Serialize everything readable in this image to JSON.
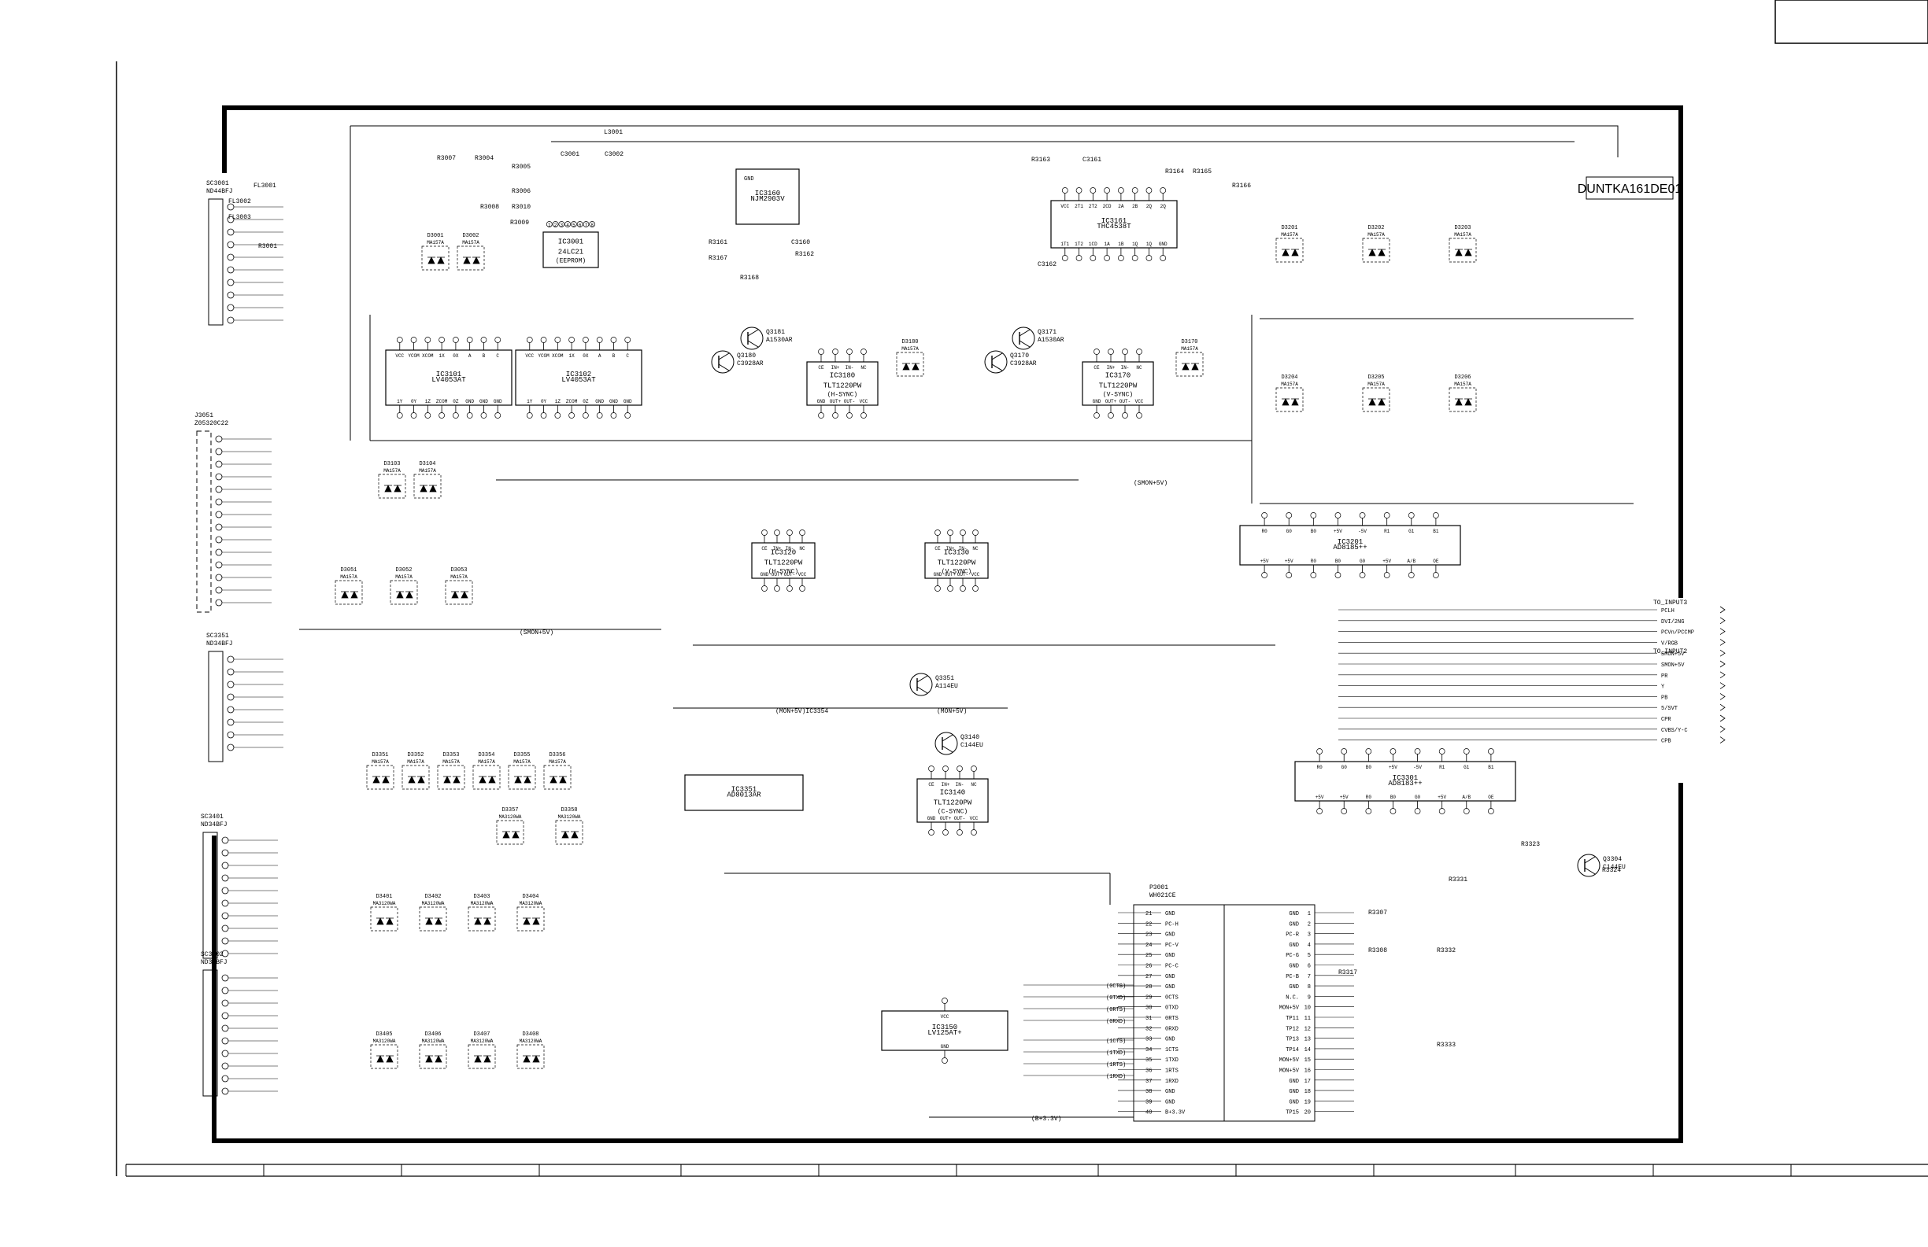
{
  "board_id": "DUNTKA161DE01",
  "connectors": {
    "to_input3": {
      "title": "TO_INPUT3",
      "pins": [
        "PCLH",
        "DVI/2NG",
        "PCVn/PCCMP",
        "V/RGB",
        "SMON+5V",
        "SMON+5V",
        "PR",
        "Y",
        "PB",
        "5/SVT",
        "CPR",
        "CVBS/Y-C",
        "CPB"
      ]
    },
    "to_input2": {
      "title": "TO_INPUT2"
    },
    "p3001": {
      "ref": "P3001",
      "part": "WH021CE",
      "left_pins": [
        "GND",
        "PC-H",
        "GND",
        "PC-V",
        "GND",
        "PC-C",
        "GND",
        "GND",
        "0CTS",
        "0TXD",
        "0RTS",
        "0RXD",
        "GND",
        "1CTS",
        "1TXD",
        "1RTS",
        "1RXD",
        "GND",
        "GND",
        "B+3.3V"
      ],
      "right_pins": [
        "GND",
        "GND",
        "PC-R",
        "GND",
        "PC-G",
        "GND",
        "PC-B",
        "GND",
        "N.C.",
        "MON+5V",
        "TP11",
        "TP12",
        "TP13",
        "TP14",
        "MON+5V",
        "MON+5V",
        "GND",
        "GND",
        "GND",
        "TP15"
      ],
      "left_numbers": [
        "21",
        "22",
        "23",
        "24",
        "25",
        "26",
        "27",
        "28",
        "29",
        "30",
        "31",
        "32",
        "33",
        "34",
        "35",
        "36",
        "37",
        "38",
        "39",
        "40"
      ],
      "right_numbers": [
        "1",
        "2",
        "3",
        "4",
        "5",
        "6",
        "7",
        "8",
        "9",
        "10",
        "11",
        "12",
        "13",
        "14",
        "15",
        "16",
        "17",
        "18",
        "19",
        "20"
      ]
    }
  },
  "ics": [
    {
      "ref": "IC3001",
      "part": "24LC21",
      "note": "(EEPROM)",
      "pins": [
        "1",
        "2",
        "3",
        "4",
        "5",
        "6",
        "7",
        "8"
      ]
    },
    {
      "ref": "IC3101",
      "part": "LV4053AT",
      "pins_top": [
        "VCC",
        "YCOM",
        "XCOM",
        "1X",
        "0X",
        "A",
        "B",
        "C"
      ],
      "pins_bottom": [
        "1Y",
        "0Y",
        "1Z",
        "ZCOM",
        "0Z",
        "GND",
        "GND",
        "GND"
      ]
    },
    {
      "ref": "IC3102",
      "part": "LV4053AT",
      "pins_top": [
        "VCC",
        "YCOM",
        "XCOM",
        "1X",
        "0X",
        "A",
        "B",
        "C"
      ],
      "pins_bottom": [
        "1Y",
        "0Y",
        "1Z",
        "ZCOM",
        "0Z",
        "GND",
        "GND",
        "GND"
      ]
    },
    {
      "ref": "IC3160",
      "part": "NJM2903V",
      "pins": [
        "GND"
      ]
    },
    {
      "ref": "IC3161",
      "part": "THC4538T",
      "pins_top": [
        "VCC",
        "2T1",
        "2T2",
        "2CD",
        "2A",
        "2B",
        "2Q",
        "2Q"
      ],
      "pins_bottom": [
        "1T1",
        "1T2",
        "1CD",
        "1A",
        "1B",
        "1Q",
        "1Q",
        "GND"
      ]
    },
    {
      "ref": "IC3180",
      "part": "TLT1220PW",
      "note": "(H-SYNC)",
      "pins_top": [
        "CE",
        "IN+",
        "IN-",
        "NC"
      ],
      "pins_bottom": [
        "GND",
        "OUT+",
        "OUT-",
        "VCC"
      ]
    },
    {
      "ref": "IC3170",
      "part": "TLT1220PW",
      "note": "(V-SYNC)",
      "pins_top": [
        "CE",
        "IN+",
        "IN-",
        "NC"
      ],
      "pins_bottom": [
        "GND",
        "OUT+",
        "OUT-",
        "VCC"
      ]
    },
    {
      "ref": "IC3120",
      "part": "TLT1220PW",
      "note": "(H-SYNC)",
      "pins_top": [
        "CE",
        "IN+",
        "IN-",
        "NC"
      ],
      "pins_bottom": [
        "GND",
        "OUT+",
        "OUT-",
        "VCC"
      ]
    },
    {
      "ref": "IC3130",
      "part": "TLT1220PW",
      "note": "(V-SYNC)",
      "pins_top": [
        "CE",
        "IN+",
        "IN-",
        "NC"
      ],
      "pins_bottom": [
        "GND",
        "OUT+",
        "OUT-",
        "VCC"
      ]
    },
    {
      "ref": "IC3140",
      "part": "TLT1220PW",
      "note": "(C-SYNC)",
      "pins_top": [
        "CE",
        "IN+",
        "IN-",
        "NC"
      ],
      "pins_bottom": [
        "GND",
        "OUT+",
        "OUT-",
        "VCC"
      ]
    },
    {
      "ref": "IC3201",
      "part": "AD8185++",
      "pins_top": [
        "R0",
        "G0",
        "B0",
        "+5V",
        "-5V",
        "R1",
        "G1",
        "B1"
      ],
      "pins_bottom": [
        "+5V",
        "+5V",
        "R0",
        "B0",
        "G0",
        "+5V",
        "A/B",
        "OE"
      ]
    },
    {
      "ref": "IC3301",
      "part": "AD8183++",
      "pins_top": [
        "R0",
        "G0",
        "B0",
        "+5V",
        "-5V",
        "R1",
        "G1",
        "B1"
      ],
      "pins_bottom": [
        "+5V",
        "+5V",
        "R0",
        "B0",
        "G0",
        "+5V",
        "A/B",
        "OE"
      ]
    },
    {
      "ref": "IC3351",
      "part": "AD8013AR"
    },
    {
      "ref": "IC3150",
      "part": "LV125AT+",
      "pins_top": [
        "VCC"
      ],
      "pins_bottom": [
        "GND"
      ]
    }
  ],
  "transistors": [
    {
      "ref": "Q3181",
      "part": "A1530AR"
    },
    {
      "ref": "Q3180",
      "part": "C3928AR"
    },
    {
      "ref": "Q3171",
      "part": "A1530AR"
    },
    {
      "ref": "Q3170",
      "part": "C3928AR"
    },
    {
      "ref": "Q3351",
      "part": "A114EU"
    },
    {
      "ref": "Q3140",
      "part": "C144EU"
    },
    {
      "ref": "Q3304",
      "part": "C144EU"
    }
  ],
  "jacks": [
    {
      "ref": "SC3001",
      "part": "ND44BFJ"
    },
    {
      "ref": "J3051",
      "part": "Z05320C22"
    },
    {
      "ref": "SC3351",
      "part": "ND34BFJ"
    },
    {
      "ref": "SC3401",
      "part": "ND34BFJ"
    },
    {
      "ref": "SC3402",
      "part": "ND34BFJ"
    }
  ],
  "diode_groups": {
    "row_3001": [
      "D3001",
      "D3002"
    ],
    "row_3103": [
      "D3103",
      "D3104"
    ],
    "row_3051": [
      "D3051",
      "D3052",
      "D3053"
    ],
    "row_3351": [
      "D3351",
      "D3352",
      "D3353",
      "D3354",
      "D3355",
      "D3356"
    ],
    "row_3357": [
      "D3357",
      "D3358"
    ],
    "row_3401": [
      "D3401",
      "D3402",
      "D3403",
      "D3404"
    ],
    "row_3405": [
      "D3405",
      "D3406",
      "D3407",
      "D3408"
    ],
    "row_3201": [
      "D3201",
      "D3202",
      "D3203"
    ],
    "row_3204": [
      "D3204",
      "D3205",
      "D3206"
    ],
    "row_3180": [
      "D3180"
    ],
    "row_3170": [
      "D3170"
    ],
    "part_ma": "MA157A",
    "part_wa": "MA3120WA"
  },
  "nets": {
    "smon": "(SMON+5V)",
    "mon": "(MON+5V)",
    "mon_ic": "(MON+5V)IC3354",
    "bplus": "(B+3.3V)",
    "ctrl": [
      "(0CTS)",
      "(0TXD)",
      "(0RTS)",
      "(0RXD)",
      "(1CTS)",
      "(1TXD)",
      "(1RTS)",
      "(1RXD)"
    ]
  },
  "misc_labels": {
    "r3001": "R3001",
    "r3004": "R3004",
    "r3005": "R3005",
    "r3006": "R3006",
    "r3008": "R3008",
    "r3009": "R3009",
    "r3010": "R3010",
    "r3007": "R3007",
    "fl3001": "FL3001",
    "fl3002": "FL3002",
    "fl3003": "FL3003",
    "l3001": "L3001",
    "c3001": "C3001",
    "c3002": "C3002",
    "r3161": "R3161",
    "r3167": "R3167",
    "r3168": "R3168",
    "r3162": "R3162",
    "c3160": "C3160",
    "r3163": "R3163",
    "r3164": "R3164",
    "r3165": "R3165",
    "r3166": "R3166",
    "c3161": "C3161",
    "c3162": "C3162",
    "r3323": "R3323",
    "r3324": "R3324",
    "r3331": "R3331",
    "r3332": "R3332",
    "r3333": "R3333",
    "r3307": "R3307",
    "r3308": "R3308",
    "r3317": "R3317"
  }
}
